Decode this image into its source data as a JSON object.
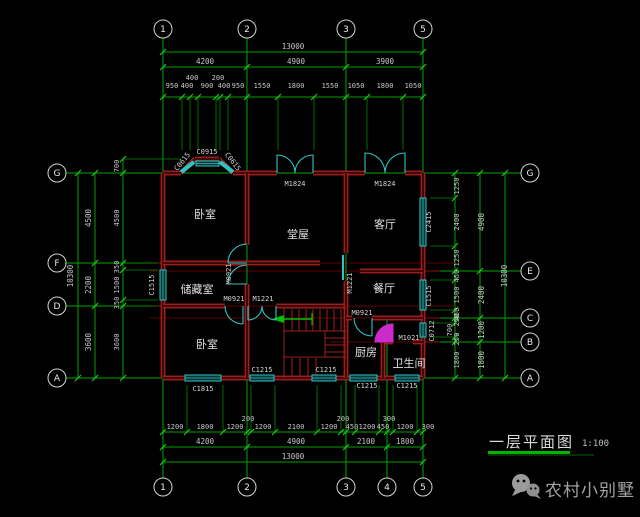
{
  "title": {
    "text": "一层平面图",
    "scale": "1:100"
  },
  "watermark": {
    "label": "农村小别墅",
    "icon": "wechat-icon"
  },
  "grid_bubbles": {
    "top": [
      "1",
      "2",
      "3",
      "5"
    ],
    "bottom": [
      "1",
      "2",
      "3",
      "4",
      "5"
    ],
    "left": [
      "G",
      "F",
      "D",
      "A"
    ],
    "right": [
      "G",
      "E",
      "C",
      "B",
      "A"
    ]
  },
  "dimensions": {
    "top": {
      "total": "13000",
      "majors": [
        "4200",
        "4900",
        "3900"
      ],
      "minors": [
        "950",
        "400",
        "900",
        "400",
        "950",
        "1550",
        "1800",
        "1550",
        "1050",
        "1800",
        "1050"
      ],
      "stacked": [
        "400",
        "200"
      ]
    },
    "bottom": {
      "total": "13000",
      "majors": [
        "4200",
        "4900",
        "2100",
        "1800"
      ],
      "minors": [
        "1200",
        "1800",
        "1200",
        "1200",
        "2100",
        "1200",
        "450",
        "1200",
        "450",
        "1200",
        "300"
      ],
      "stacked": [
        "200",
        "200",
        "300"
      ]
    },
    "left": {
      "total": "10300",
      "majors": [
        "4500",
        "2200",
        "3600"
      ],
      "minors": [
        "700",
        "4500",
        "350",
        "1500",
        "350",
        "3600"
      ]
    },
    "right": {
      "total": "10300",
      "majors": [
        "4900",
        "2400",
        "1200",
        "1800"
      ],
      "minors": [
        "1250",
        "2400",
        "1250",
        "450",
        "1500",
        "450",
        "250",
        "700",
        "250",
        "1800"
      ]
    }
  },
  "rooms": [
    "卧室",
    "堂屋",
    "客厅",
    "储藏室",
    "餐厅",
    "卧室",
    "厨房",
    "卫生间"
  ],
  "door_labels": [
    "M1824",
    "M1824",
    "M0921",
    "M1221",
    "M0921",
    "M1221",
    "M0921",
    "M1021"
  ],
  "window_labels": [
    "C0615",
    "C0915",
    "C0615",
    "C1515",
    "C2415",
    "C1515",
    "C0712",
    "C1815",
    "C1215",
    "C1215",
    "C1215",
    "C1215"
  ],
  "colors": {
    "dimension_green": "#00a800",
    "tick_green": "#1ec81e",
    "wall_red": "#bb2424",
    "axis_red": "#5f0000",
    "window_cyan": "#2fc4c4",
    "door_magenta": "#cc2bcc",
    "text_gray": "#c6c6c6"
  }
}
